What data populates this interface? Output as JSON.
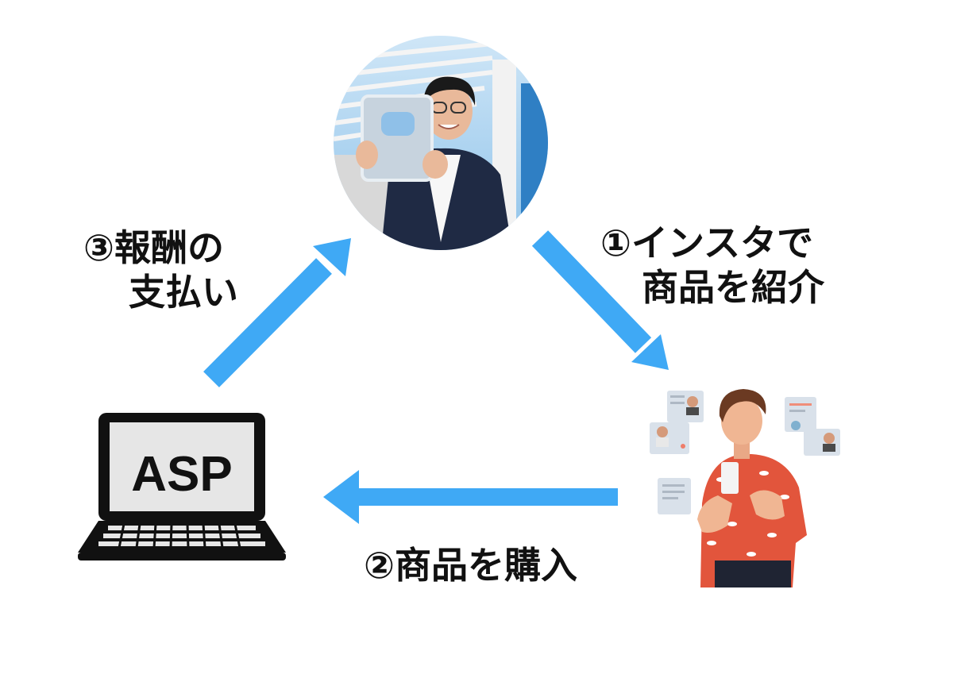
{
  "steps": {
    "step1_line1": "①インスタで",
    "step1_line2": "商品を紹介",
    "step2": "②商品を購入",
    "step3_line1": "③報酬の",
    "step3_line2": "支払い"
  },
  "laptop": {
    "screen_text": "ASP"
  },
  "colors": {
    "arrow": "#3fa9f5",
    "text": "#111111"
  },
  "icons": {
    "influencer": "influencer-photo",
    "customer": "customer-illustration",
    "asp": "laptop-icon"
  }
}
